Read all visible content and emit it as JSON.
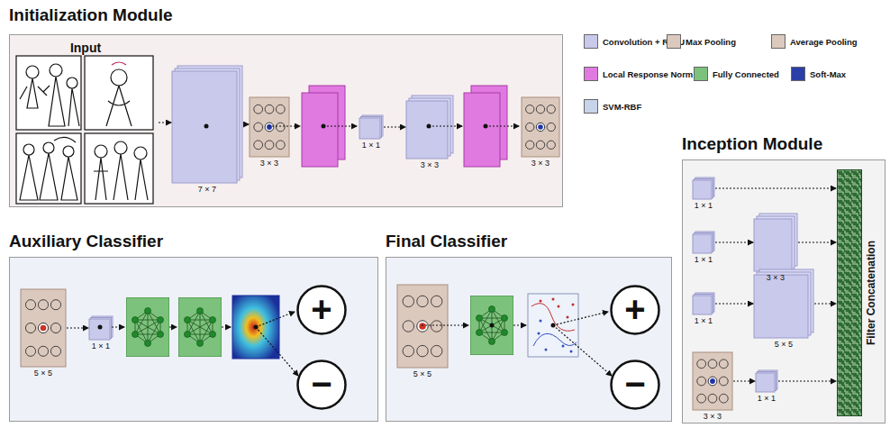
{
  "diagram": {
    "nodes": [
      {
        "text": [
          "Initialization Module"
        ]
      },
      {
        "text": [
          "Input"
        ],
        "in": 0
      },
      {
        "text": [
          "7 × 7"
        ],
        "in": 0
      },
      {
        "text": [
          "3 × 3"
        ],
        "in": 0
      },
      {
        "text": [
          "1 × 1"
        ],
        "in": 0
      },
      {
        "text": [
          "3 × 3"
        ],
        "in": 0
      },
      {
        "text": [
          "3 × 3"
        ],
        "in": 0
      },
      {
        "text": [
          "Auxiliary Classifier"
        ]
      },
      {
        "text": [
          "5 × 5"
        ],
        "in": 7
      },
      {
        "text": [
          "1 × 1"
        ],
        "in": 7
      },
      {
        "text": [
          "+"
        ],
        "in": 7
      },
      {
        "text": [
          "−"
        ],
        "in": 7
      },
      {
        "text": [
          "Final Classifier"
        ]
      },
      {
        "text": [
          "5 × 5"
        ],
        "in": 12
      },
      {
        "text": [
          "+"
        ],
        "in": 12
      },
      {
        "text": [
          "−"
        ],
        "in": 12
      },
      {
        "text": [
          "Inception Module"
        ]
      },
      {
        "text": [
          "1 × 1"
        ],
        "in": 16
      },
      {
        "text": [
          "1 × 1"
        ],
        "in": 16
      },
      {
        "text": [
          "3 × 3"
        ],
        "in": 16
      },
      {
        "text": [
          "1 × 1"
        ],
        "in": 16
      },
      {
        "text": [
          "5 × 5"
        ],
        "in": 16
      },
      {
        "text": [
          "3 × 3"
        ],
        "in": 16
      },
      {
        "text": [
          "1 × 1"
        ],
        "in": 16
      },
      {
        "text": [
          "Filter Concatenation"
        ],
        "in": 16
      }
    ],
    "edges": [
      {
        "from": 1,
        "to": 2,
        "arrow": "to"
      },
      {
        "from": 2,
        "to": 3,
        "arrow": "to"
      },
      {
        "from": 4,
        "to": 5,
        "arrow": "to"
      },
      {
        "from": 8,
        "to": 9,
        "arrow": "to"
      },
      {
        "from": 17,
        "to": 24,
        "arrow": "to"
      },
      {
        "from": 18,
        "to": 19,
        "arrow": "to"
      },
      {
        "from": 19,
        "to": 24,
        "arrow": "to"
      },
      {
        "from": 20,
        "to": 21,
        "arrow": "to"
      },
      {
        "from": 21,
        "to": 24,
        "arrow": "to"
      },
      {
        "from": 22,
        "to": 23,
        "arrow": "to"
      },
      {
        "from": 23,
        "to": 24,
        "arrow": "to"
      }
    ],
    "legend": [
      {
        "text": "Convolution + ReLU",
        "color": "#c9c9ec"
      },
      {
        "text": "Max Pooling",
        "color": "#dcc9be"
      },
      {
        "text": "Average Pooling",
        "color": "#dcc9be"
      },
      {
        "text": "Local Response Norm",
        "color": "#e07ae0"
      },
      {
        "text": "Fully Connected",
        "color": "#7cc27c"
      },
      {
        "text": "Soft-Max",
        "color": "#2a3fa8"
      },
      {
        "text": "SVM-RBF",
        "color": "#c8d4ea"
      }
    ]
  }
}
